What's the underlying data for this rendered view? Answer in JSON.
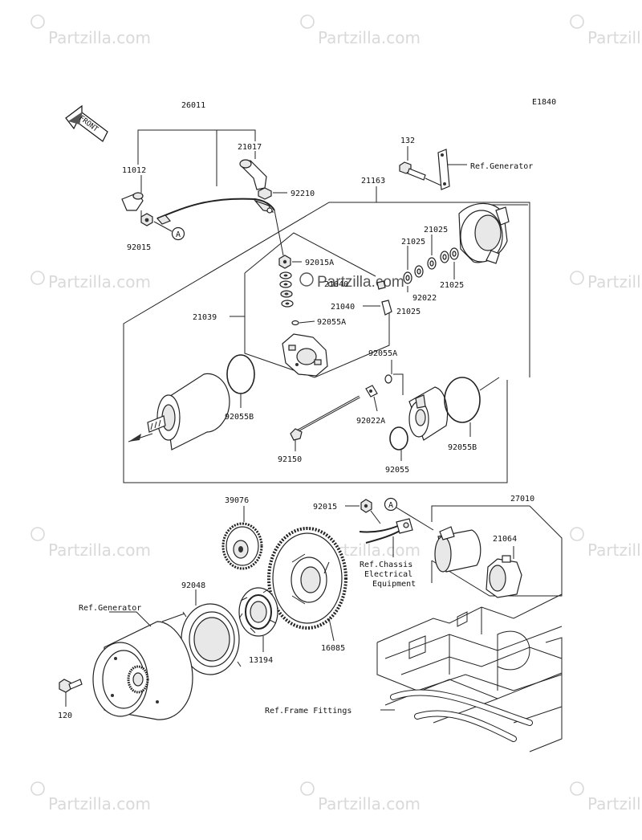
{
  "diagram": {
    "code": "E1840",
    "front_label": "FRONT",
    "center_watermark": "Partzilla.com",
    "watermark_text": "Partzilla.com",
    "parts": {
      "p26011": "26011",
      "p21017": "21017",
      "p11012": "11012",
      "p92210": "92210",
      "p92015_top": "92015",
      "p132": "132",
      "ref_generator_top": "Ref.Generator",
      "p21163": "21163",
      "p92015A": "92015A",
      "p21025_a": "21025",
      "p21025_b": "21025",
      "p21025_c": "21025",
      "p21025_d": "21025",
      "p21040_a": "21040",
      "p21040_b": "21040",
      "p92022": "92022",
      "p21039": "21039",
      "p92055A_a": "92055A",
      "p92055A_b": "92055A",
      "p92055B_left": "92055B",
      "p92022A": "92022A",
      "p92150": "92150",
      "p92055": "92055",
      "p92055B_right": "92055B",
      "p39076": "39076",
      "p92015_mid": "92015",
      "p27010": "27010",
      "p21064": "21064",
      "ref_chassis_1": "Ref.Chassis",
      "ref_chassis_2": "Electrical",
      "ref_chassis_3": "Equipment",
      "p92048": "92048",
      "ref_generator_bottom": "Ref.Generator",
      "p13194": "13194",
      "p16085": "16085",
      "p120": "120",
      "ref_frame": "Ref.Frame Fittings",
      "callout_a": "A"
    }
  }
}
